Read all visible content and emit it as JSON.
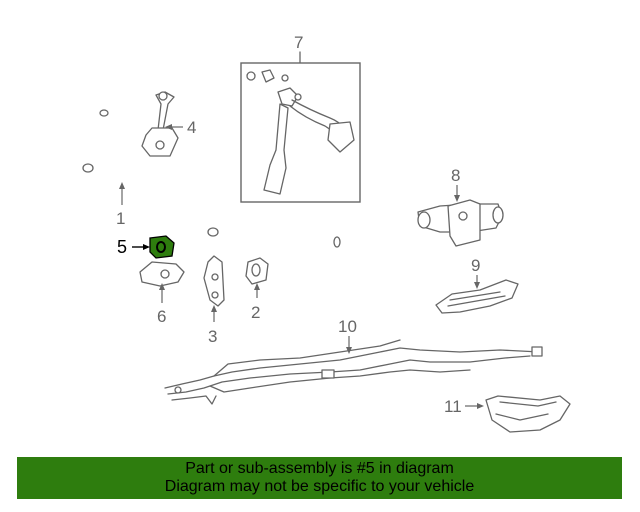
{
  "diagram": {
    "callouts": {
      "c1": "1",
      "c2": "2",
      "c3": "3",
      "c4": "4",
      "c5": "5",
      "c6": "6",
      "c7": "7",
      "c8": "8",
      "c9": "9",
      "c10": "10",
      "c11": "11"
    },
    "highlight_color": "#2e7d0e",
    "highlighted_part": "5"
  },
  "banner": {
    "line1": "Part or sub-assembly is #5 in diagram",
    "line2": "Diagram may not be specific to your vehicle",
    "background": "#2e7d0e"
  }
}
